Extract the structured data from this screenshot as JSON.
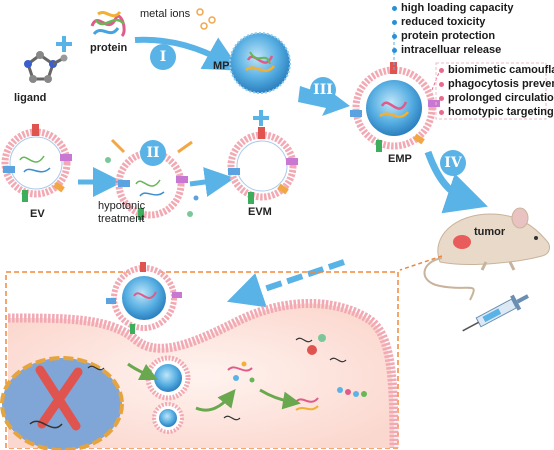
{
  "labels": {
    "ligand": "ligand",
    "protein": "protein",
    "metal_ions": "metal ions",
    "mp": "MP",
    "ev": "EV",
    "hypotonic": "hypotonic",
    "treatment": "treatment",
    "evm": "EVM",
    "emp": "EMP",
    "tumor": "tumor"
  },
  "steps": [
    "I",
    "II",
    "III",
    "IV"
  ],
  "mp_properties": [
    "high loading capacity",
    "reduced toxicity",
    "protein protection",
    "intracelluar release"
  ],
  "emp_properties": [
    "biomimetic camouflage",
    "phagocytosis prevention",
    "prolonged circulation",
    "homotypic targeting"
  ],
  "colors": {
    "arrow_blue": "#5ab3e6",
    "membrane_pink": "#f2a9b3",
    "mof_blue": "#4aa7dd",
    "cell_cytoplasm": "#fde7e2",
    "nucleus": "#7fa6d6",
    "tumor_red": "#e85c5c",
    "dashed_orange": "#f0883b"
  },
  "icons": [
    "imidazole-icon",
    "protein-ribbon-icon",
    "membrane-marker-icon",
    "mouse-icon",
    "syringe-icon",
    "chromosome-icon"
  ]
}
